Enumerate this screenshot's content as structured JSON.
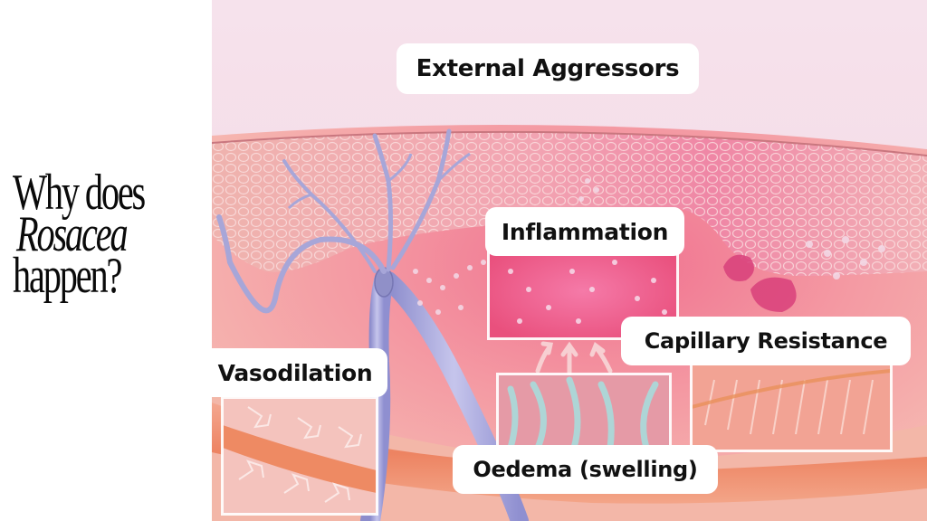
{
  "title": {
    "line1": "Why does",
    "line2": "Rosacea",
    "line3": "happen?"
  },
  "labels": {
    "external_aggressors": "External Aggressors",
    "inflammation": "Inflammation",
    "capillary_resistance": "Capillary Resistance",
    "vasodilation": "Vasodilation",
    "oedema": "Oedema (swelling)"
  },
  "colors": {
    "background_top": "#f6e1ec",
    "skin_pink": "#f09aa6",
    "dermis": "#f5b0b0",
    "inflammation_pink": "#ee5f8f",
    "nerve": "#a9a8d8",
    "vessel": "#ef8a6b",
    "label_bg": "#ffffff",
    "label_text": "#111111"
  },
  "illustration": {
    "subject": "skin cross-section showing nerve, epidermis, blood vessels",
    "icons": [
      "nerve-cell-icon",
      "upward-arrows-icon",
      "inward-arrows-icon"
    ]
  }
}
